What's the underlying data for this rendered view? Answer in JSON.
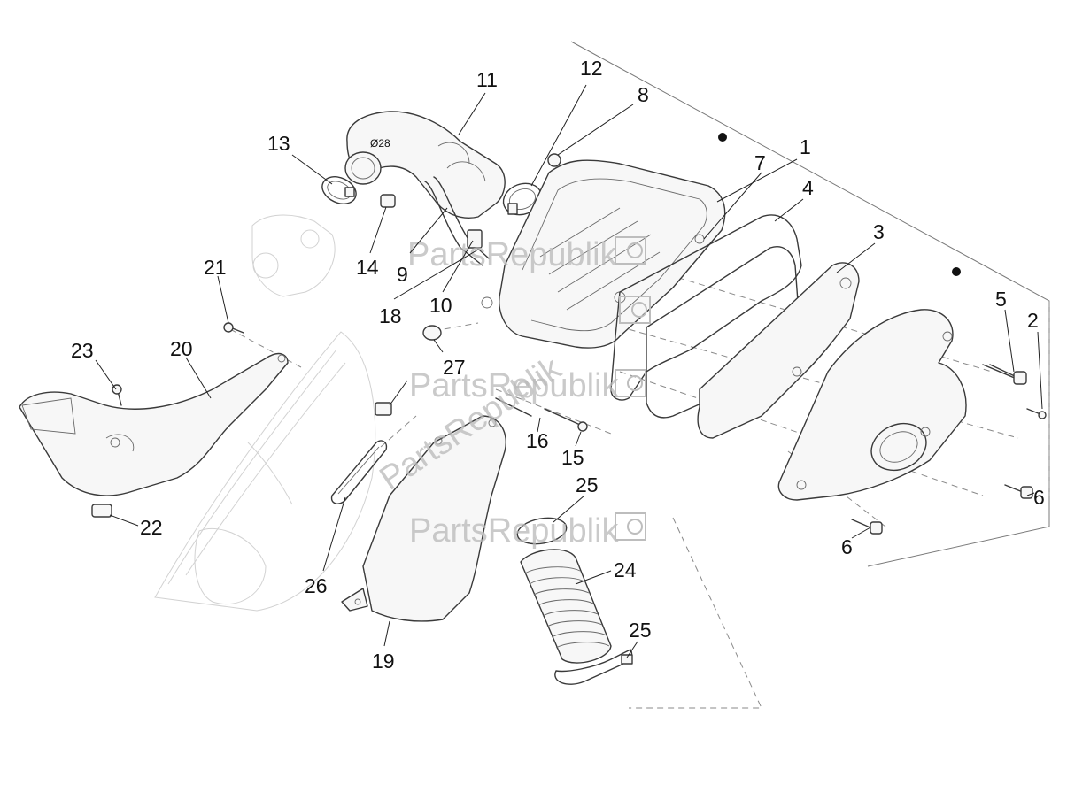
{
  "watermark": "PartsRepublik",
  "callouts": [
    {
      "id": "c1",
      "text": "1"
    },
    {
      "id": "c2",
      "text": "2"
    },
    {
      "id": "c3",
      "text": "3"
    },
    {
      "id": "c4",
      "text": "4"
    },
    {
      "id": "c5",
      "text": "5"
    },
    {
      "id": "c6a",
      "text": "6"
    },
    {
      "id": "c6b",
      "text": "6"
    },
    {
      "id": "c7",
      "text": "7"
    },
    {
      "id": "c8",
      "text": "8"
    },
    {
      "id": "c9",
      "text": "9"
    },
    {
      "id": "c10",
      "text": "10"
    },
    {
      "id": "c11",
      "text": "11"
    },
    {
      "id": "c12",
      "text": "12"
    },
    {
      "id": "c13",
      "text": "13"
    },
    {
      "id": "c14",
      "text": "14"
    },
    {
      "id": "c15",
      "text": "15"
    },
    {
      "id": "c16",
      "text": "16"
    },
    {
      "id": "c18",
      "text": "18"
    },
    {
      "id": "c19",
      "text": "19"
    },
    {
      "id": "c20",
      "text": "20"
    },
    {
      "id": "c21",
      "text": "21"
    },
    {
      "id": "c22",
      "text": "22"
    },
    {
      "id": "c23",
      "text": "23"
    },
    {
      "id": "c24",
      "text": "24"
    },
    {
      "id": "c25a",
      "text": "25"
    },
    {
      "id": "c25b",
      "text": "25"
    },
    {
      "id": "c26",
      "text": "26"
    },
    {
      "id": "c27",
      "text": "27"
    }
  ],
  "hose_marking": "Ø28",
  "colors": {
    "line": "#3a3a3a",
    "watermark": "#b9b9b9",
    "background": "#ffffff"
  }
}
